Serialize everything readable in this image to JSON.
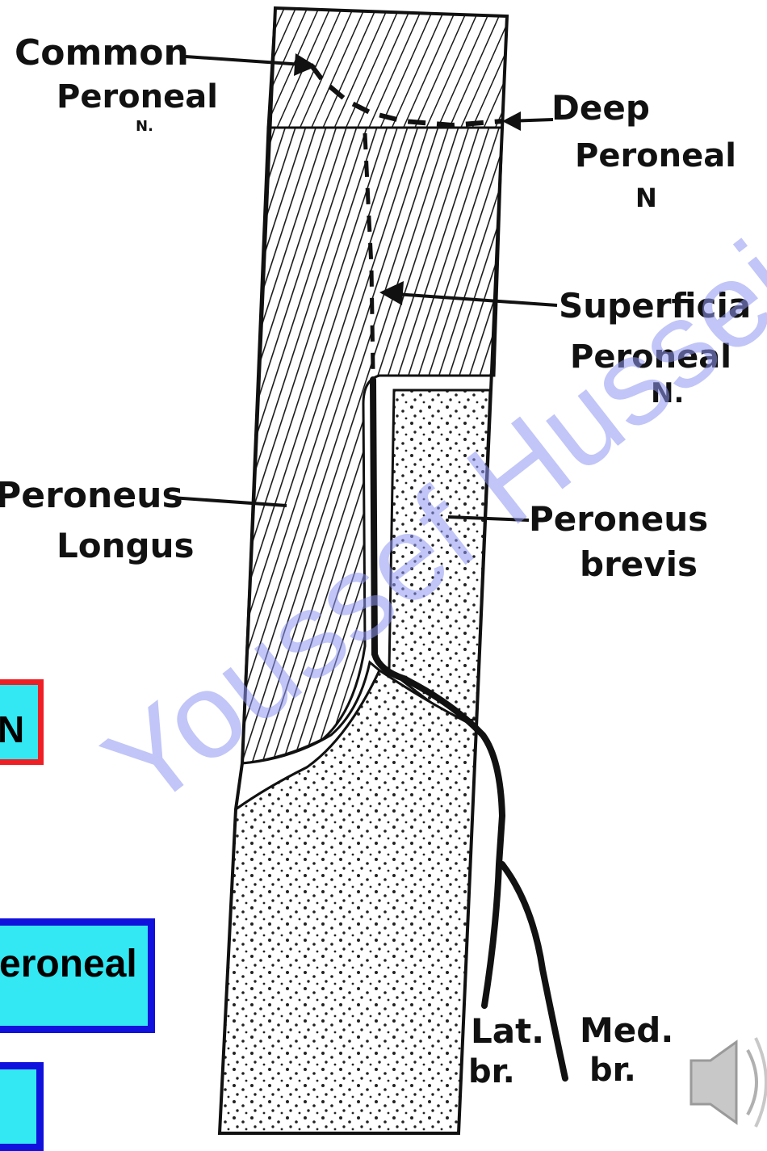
{
  "labels": {
    "common_peroneal": [
      "Common",
      "Peroneal",
      "N."
    ],
    "deep_peroneal": [
      "Deep",
      "Peroneal",
      "N"
    ],
    "superficial_peroneal": [
      "Superficia",
      "Peroneal",
      "N."
    ],
    "peroneus_longus": [
      "Peroneus",
      "Longus"
    ],
    "peroneus_brevis": [
      "Peroneus",
      "brevis"
    ],
    "lateral_branch": [
      "Lat.",
      "br."
    ],
    "medial_branch": [
      "Med.",
      "br."
    ]
  },
  "watermark": "Youssef Hussein",
  "side_boxes": {
    "box1_text": "N",
    "box2_text": "eroneal",
    "box3_text": ""
  },
  "colors": {
    "box_fill": "#33e8f2",
    "box1_border": "#ee1f25",
    "box2_border": "#1111dd",
    "watermark": "#8f97f2"
  },
  "icons": {
    "speaker": "speaker-icon"
  }
}
